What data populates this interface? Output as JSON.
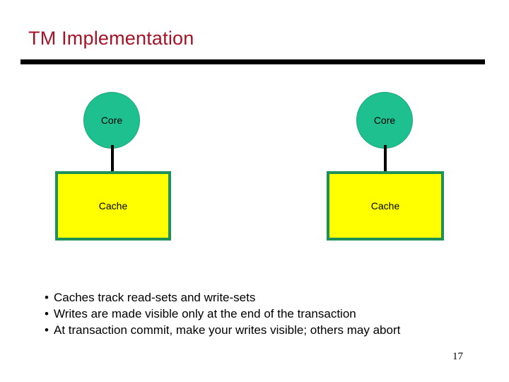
{
  "slide": {
    "title": "TM Implementation",
    "title_color": "#A81227",
    "rule_color": "#000000",
    "background": "#ffffff",
    "page_number": "17"
  },
  "diagram": {
    "accent_circle_fill": "#1FC08F",
    "accent_circle_border": "#16A87C",
    "box_fill": "#FFFF00",
    "box_border": "#1E9159",
    "connector_color": "#000000",
    "units": [
      {
        "core_label": "Core",
        "cache_label": "Cache"
      },
      {
        "core_label": "Core",
        "cache_label": "Cache"
      }
    ]
  },
  "bullets": {
    "marker": "•",
    "items": [
      "Caches track read-sets and write-sets",
      "Writes are made visible only at the end of the transaction",
      "At transaction commit, make your writes visible; others may abort"
    ]
  }
}
